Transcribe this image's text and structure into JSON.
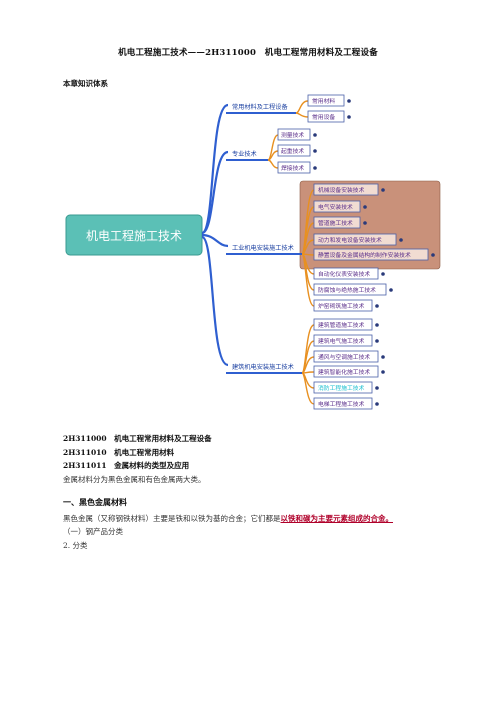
{
  "title": "机电工程施工技术——2H311000　机电工程常用材料及工程设备",
  "knowledge_label": "本章知识体系",
  "mindmap": {
    "root": "机电工程施工技术",
    "branches": [
      {
        "label": "常用材料及工程设备",
        "children": [
          "常用材料",
          "常用设备"
        ]
      },
      {
        "label": "专业技术",
        "children": [
          "测量技术",
          "起重技术",
          "焊接技术"
        ]
      },
      {
        "label": "工业机电安装施工技术",
        "children": [
          "机械设备安装技术",
          "电气安装技术",
          "管道施工技术",
          "动力和发电设备安装技术",
          "静置设备及金属结构的制作安装技术",
          "自动化仪表安装技术",
          "防腐蚀与绝热施工技术",
          "炉窑砌筑施工技术"
        ]
      },
      {
        "label": "建筑机电安装施工技术",
        "children": [
          "建筑管道施工技术",
          "建筑电气施工技术",
          "通风与空调施工技术",
          "建筑智能化施工技术",
          "消防工程施工技术",
          "电梯工程施工技术"
        ]
      }
    ]
  },
  "lines": [
    "2H311000　机电工程常用材料及工程设备",
    "2H311010　机电工程常用材料",
    "2H311011　金属材料的类型及应用"
  ],
  "intro": "金属材料分为黑色金属和有色金属两大类。",
  "section1": "一、黑色金属材料",
  "para_normal": "黑色金属（又称钢铁材料）主要是铁和以铁为基的合金；它们都是",
  "para_red": "以铁和碳为主要元素组成的合金。",
  "sub1": "（一）钢产品分类",
  "sub2": "2. 分类"
}
